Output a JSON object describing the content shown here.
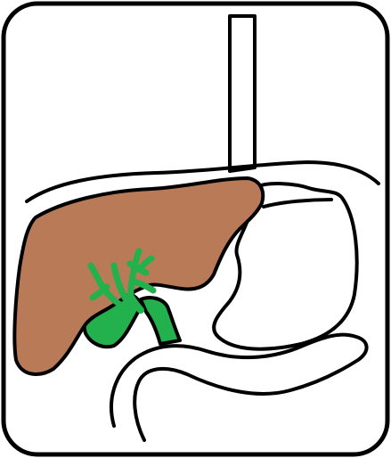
{
  "diagram": {
    "title": "",
    "colors": {
      "outline": "#000000",
      "background": "#ffffff",
      "liver": "#b97a57",
      "biliary": "#22b14c"
    },
    "parts": [
      {
        "id": "frame",
        "icon": "rounded-frame"
      },
      {
        "id": "esophagus",
        "icon": "tube"
      },
      {
        "id": "diaphragm",
        "icon": "curve"
      },
      {
        "id": "stomach",
        "icon": "organ-outline"
      },
      {
        "id": "liver",
        "icon": "organ-filled"
      },
      {
        "id": "biliary-tree",
        "icon": "branching-ducts"
      },
      {
        "id": "gallbladder",
        "icon": "sac"
      },
      {
        "id": "duodenum",
        "icon": "tube-loop"
      }
    ]
  }
}
